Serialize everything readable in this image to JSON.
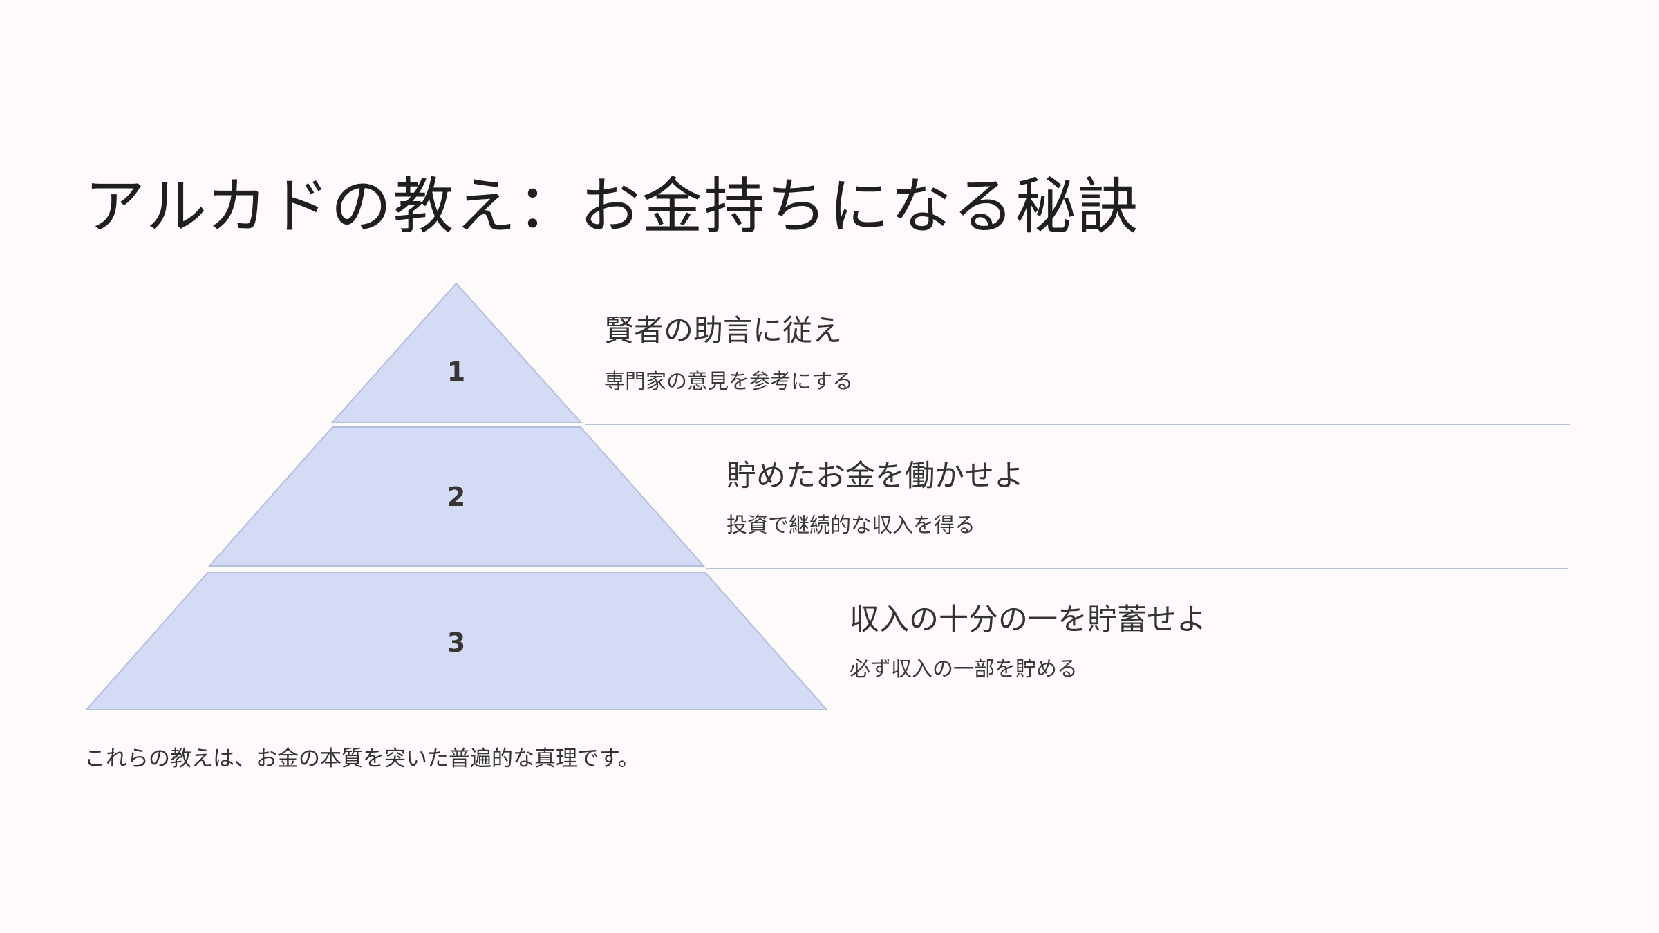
{
  "title": "アルカドの教え：お金持ちになる秘訣",
  "tiers": [
    {
      "number": "1",
      "heading": "賢者の助言に従え",
      "description": "専門家の意見を参考にする"
    },
    {
      "number": "2",
      "heading": "貯めたお金を働かせよ",
      "description": "投資で継続的な収入を得る"
    },
    {
      "number": "3",
      "heading": "収入の十分の一を貯蓄せよ",
      "description": "必ず収入の一部を貯める"
    }
  ],
  "footer": "これらの教えは、お金の本質を突いた普遍的な真理です。",
  "colors": {
    "fill": "#d4dcf5",
    "stroke": "#b4bfe0",
    "background": "#fdfaf9"
  }
}
